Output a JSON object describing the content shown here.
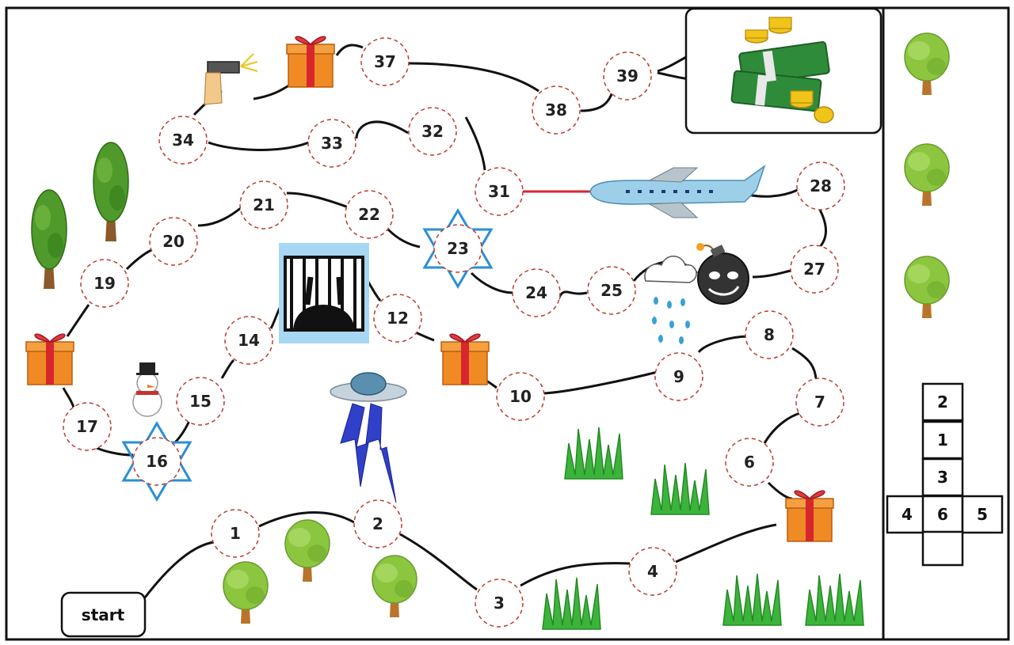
{
  "game": {
    "start_label": "start",
    "prize_icon": "money-stack-with-gold-coins",
    "path_cells": [
      "1",
      "2",
      "3",
      "4",
      "6",
      "7",
      "8",
      "9",
      "10",
      "12",
      "14",
      "15",
      "16",
      "17",
      "19",
      "20",
      "21",
      "22",
      "23",
      "24",
      "25",
      "27",
      "28",
      "31",
      "32",
      "33",
      "34",
      "37",
      "38",
      "39"
    ],
    "events": [
      {
        "name": "gift-box",
        "icon": "gift-box-icon"
      },
      {
        "name": "snowman",
        "icon": "snowman-icon"
      },
      {
        "name": "jail",
        "icon": "jail-bars-icon"
      },
      {
        "name": "ufo-lightning",
        "icon": "ufo-lightning-icon"
      },
      {
        "name": "rain-cloud",
        "icon": "rain-cloud-icon"
      },
      {
        "name": "bomb",
        "icon": "bomb-icon"
      },
      {
        "name": "airplane",
        "icon": "airplane-icon"
      },
      {
        "name": "gun",
        "icon": "gun-icon"
      },
      {
        "name": "star-of-david",
        "icon": "star-icon"
      }
    ],
    "colors": {
      "cell_border": "#c0392b",
      "path_line": "#111111",
      "star": "#2a8fd4",
      "grass": "#3cb43c",
      "tree_leaf": "#8cc63f",
      "tree_trunk": "#b8742a",
      "jail_bg": "#a7d7f2",
      "gift": "#f08a24",
      "ribbon": "#d8262f",
      "plane": "#9ecfe9",
      "plane_line": "#d8262f"
    }
  },
  "die_net": {
    "cells": [
      "2",
      "1",
      "3",
      "4",
      "6",
      "5",
      ""
    ]
  }
}
